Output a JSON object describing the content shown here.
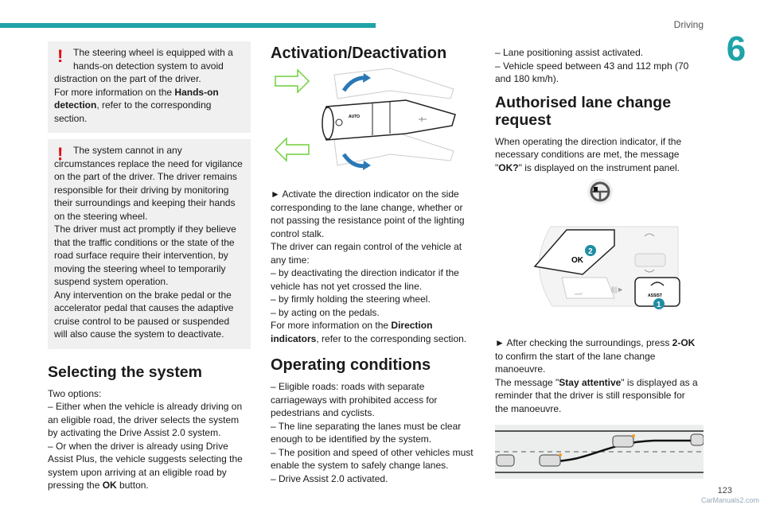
{
  "header": {
    "section": "Driving",
    "chapter": "6"
  },
  "footer": {
    "page": "123",
    "watermark": "CarManuals2.com"
  },
  "col1": {
    "warn1": {
      "lines": [
        "The steering wheel is equipped with a",
        "hands-on detection system to avoid",
        "distraction on the part of the driver.",
        "For more information on the "
      ],
      "bold": "Hands-on detection",
      "tail": ", refer to the corresponding section."
    },
    "warn2": {
      "p1": "The system cannot in any circumstances replace the need for vigilance on the part of the driver. The driver remains responsible for their driving by monitoring their surroundings and keeping their hands on the steering wheel.",
      "p2": "The driver must act promptly if they believe that the traffic conditions or the state of the road surface require their intervention, by moving the steering wheel to temporarily suspend system operation.",
      "p3": "Any intervention on the brake pedal or the accelerator pedal that causes the adaptive cruise control to be paused or suspended will also cause the system to deactivate."
    },
    "heading": "Selecting the system",
    "body": {
      "l1": "Two options:",
      "l2": "– Either when the vehicle is already driving on an eligible road, the driver selects the system by activating the Drive Assist 2.0 system.",
      "l3": "– Or when the driver is already using Drive Assist Plus, the vehicle suggests selecting the system upon arriving at an eligible road by pressing the ",
      "l3_bold": "OK",
      "l3_tail": " button."
    }
  },
  "col2": {
    "heading": "Activation/Deactivation",
    "figure_labels": {
      "auto": "AUTO"
    },
    "body": {
      "l1": "► Activate the direction indicator on the side corresponding to the lane change, whether or not passing the resistance point of the lighting control stalk.",
      "l2": "The driver can regain control of the vehicle at any time:",
      "l3": "– by deactivating the direction indicator if the vehicle has not yet crossed the line.",
      "l4": "– by firmly holding the steering wheel.",
      "l5": "– by acting on the pedals.",
      "l6": "For more information on the ",
      "l6_bold": "Direction indicators",
      "l6_tail": ", refer to the corresponding section."
    },
    "heading2": "Operating conditions",
    "cond": [
      "– Eligible roads: roads with separate carriageways with prohibited access for pedestrians and cyclists.",
      "– The line separating the lanes must be clear enough to be identified by the system.",
      "– The position and speed of other vehicles must enable the system to safely change lanes.",
      "– Drive Assist 2.0 activated."
    ]
  },
  "col3": {
    "top": [
      "– Lane positioning assist activated.",
      "– Vehicle speed between 43 and 112 mph (70 and 180 km/h)."
    ],
    "heading": "Authorised lane change request",
    "p1_a": "When operating the direction indicator, if the necessary conditions are met, the message \"",
    "p1_bold": "OK?",
    "p1_tail": "\" is displayed on the instrument panel.",
    "figure_labels": {
      "ok": "OK",
      "assist": "ASSIST",
      "limit": "LIMIT",
      "n1": "1",
      "n2": "2"
    },
    "p2_a": "► After checking the surroundings, press ",
    "p2_bold": "2-OK",
    "p2_tail": " to confirm the start of the lane change manoeuvre.",
    "p3_a": "The message \"",
    "p3_bold": "Stay attentive",
    "p3_tail": "\" is displayed as a reminder that the driver is still responsible for the manoeuvre."
  }
}
